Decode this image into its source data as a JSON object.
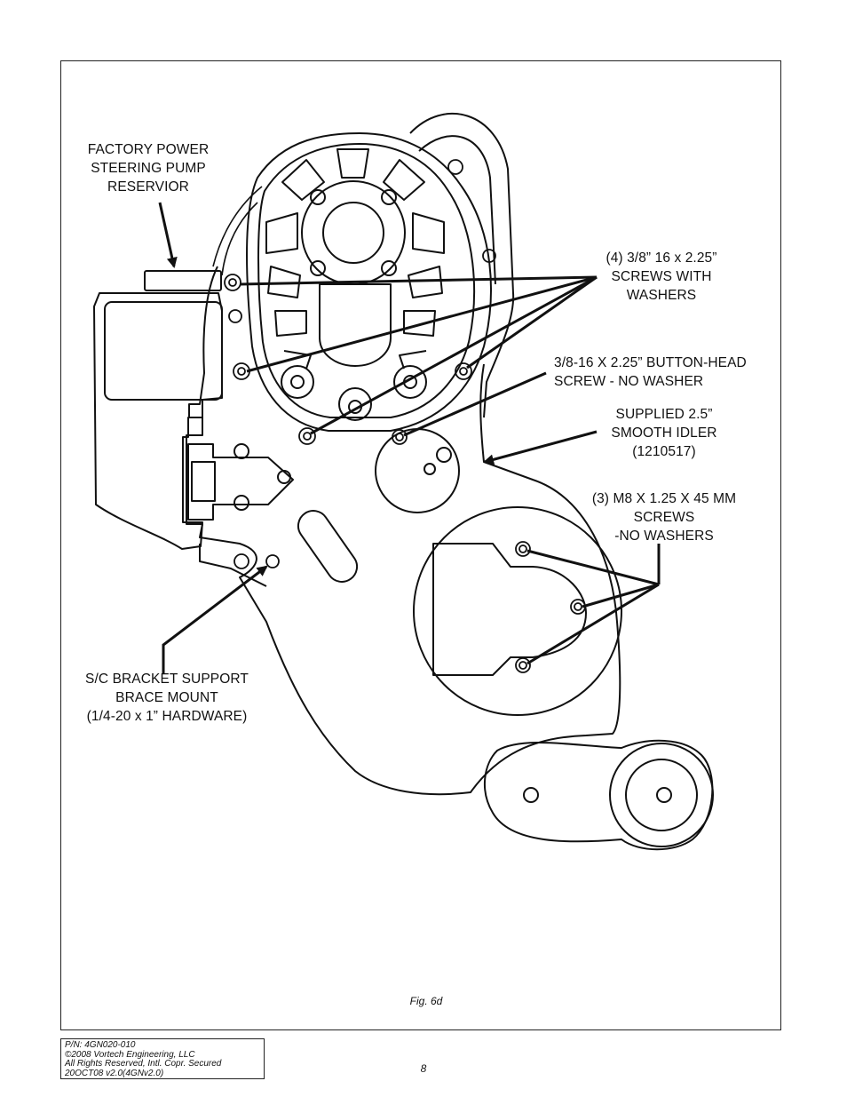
{
  "callouts": {
    "reservoir": "FACTORY POWER\nSTEERING PUMP\nRESERVIOR",
    "screws_with_washers": "(4) 3/8”  16 x 2.25”\nSCREWS WITH\nWASHERS",
    "button_head": "3/8-16 X 2.25” BUTTON-HEAD\nSCREW - NO WASHER",
    "idler": "SUPPLIED 2.5”\nSMOOTH IDLER\n(1210517)",
    "m8_screws": "(3) M8 X 1.25 X 45 MM\nSCREWS\n-NO WASHERS",
    "brace_mount": "S/C BRACKET SUPPORT\nBRACE MOUNT\n(1/4-20 x 1” HARDWARE)"
  },
  "figure_caption": "Fig. 6d",
  "footer": {
    "part_number": "P/N: 4GN020-010",
    "copyright": "©2008 Vortech Engineering, LLC",
    "rights": "All Rights Reserved, Intl. Copr. Secured",
    "revision": "20OCT08 v2.0(4GNv2.0)"
  },
  "page_number": "8"
}
